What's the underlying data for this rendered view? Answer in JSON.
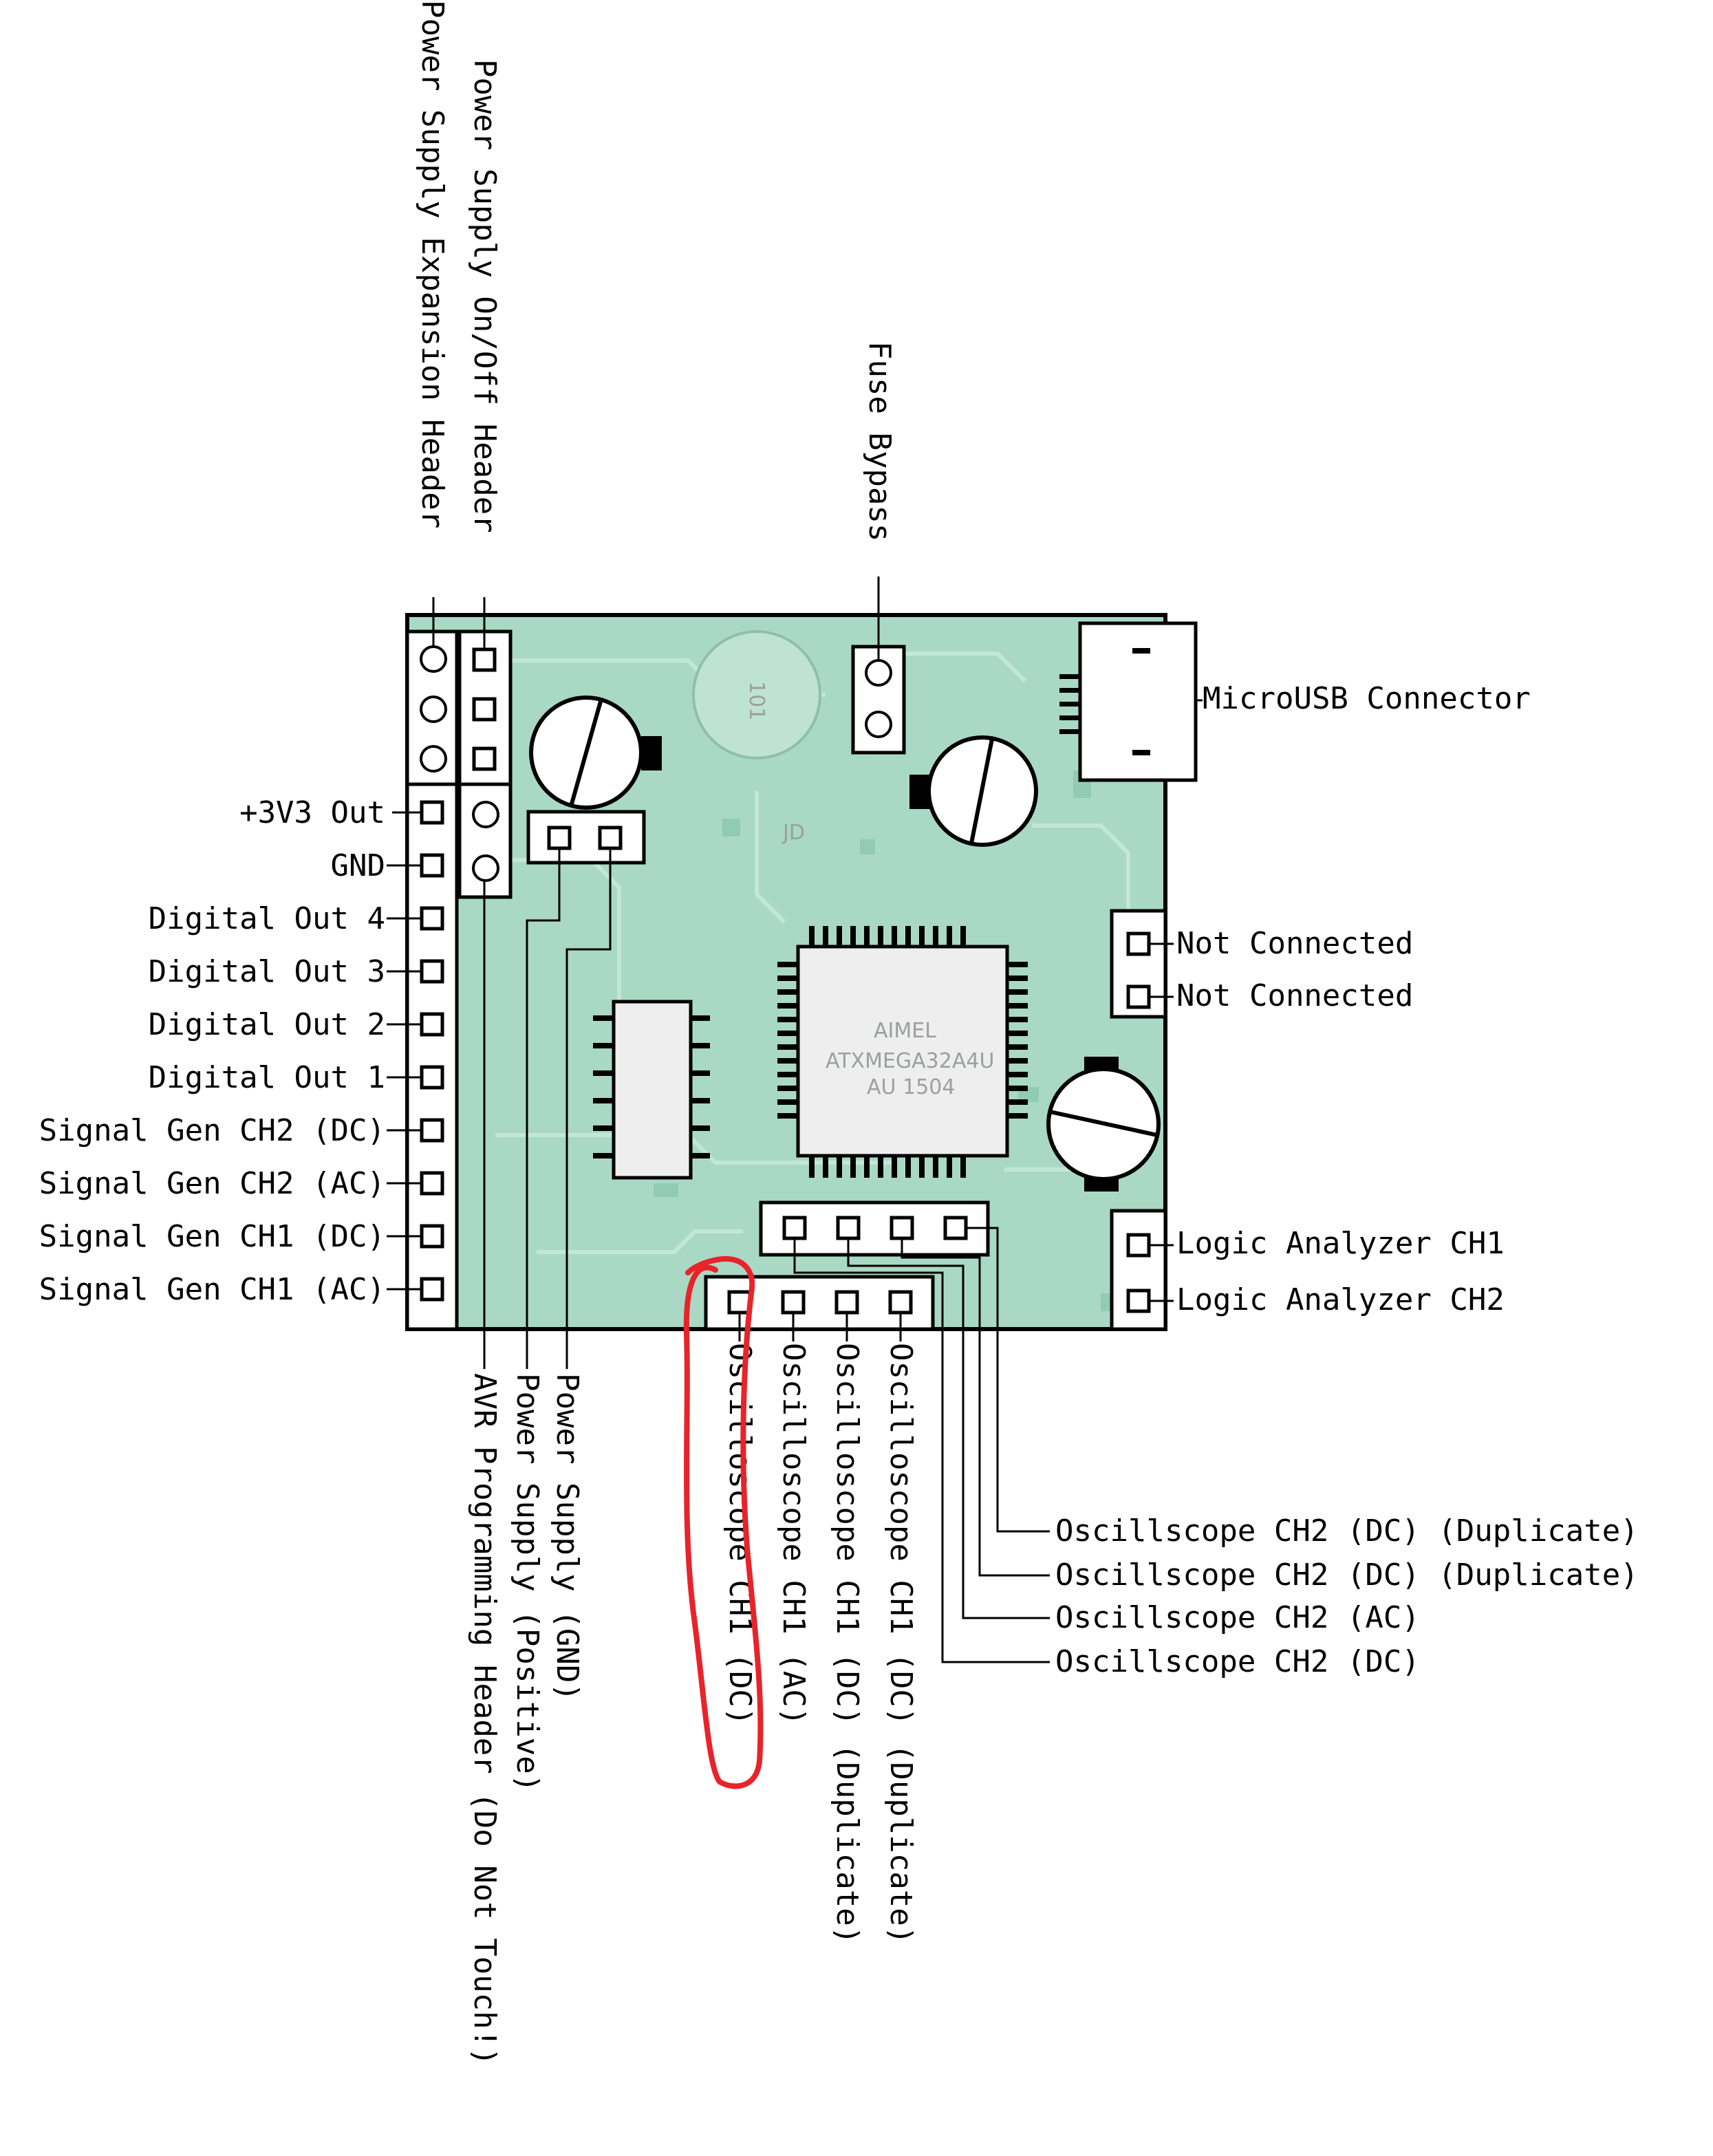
{
  "labels": {
    "power_supply_expansion": "Power Supply Expansion Header",
    "power_supply_onoff": "Power Supply On/Off Header",
    "fuse_bypass": "Fuse Bypass",
    "microusb": "MicroUSB Connector",
    "not_connected_1": "Not Connected",
    "not_connected_2": "Not Connected",
    "logic_ch1": "Logic Analyzer CH1",
    "logic_ch2": "Logic Analyzer CH2",
    "left_pins": [
      "+3V3 Out",
      "GND",
      "Digital Out 4",
      "Digital Out 3",
      "Digital Out 2",
      "Digital Out 1",
      "Signal Gen CH2 (DC)",
      "Signal Gen CH2 (AC)",
      "Signal Gen CH1 (DC)",
      "Signal Gen CH1 (AC)"
    ],
    "bottom_vertical": [
      "AVR Programming Header (Do Not Touch!)",
      "Power Supply (Positive)",
      "Power Supply (GND)",
      "Oscilloscope CH1 (DC)",
      "Oscilloscope CH1 (AC)",
      "Oscilloscope CH1 (DC) (Duplicate)",
      "Oscilloscope CH1 (DC) (Duplicate)"
    ],
    "right_scope": [
      "Oscillscope CH2 (DC) (Duplicate)",
      "Oscillscope CH2 (DC) (Duplicate)",
      "Oscillscope CH2 (AC)",
      "Oscillscope CH2 (DC)"
    ]
  },
  "chips": {
    "inductor": "101",
    "mcu_brand": "AIMEL",
    "mcu_part": "ATXMEGA32A4U",
    "mcu_code": "AU 1504",
    "small_mark": "JD"
  },
  "colors": {
    "board": "#a9d9c4",
    "highlight": "#e8232a"
  }
}
